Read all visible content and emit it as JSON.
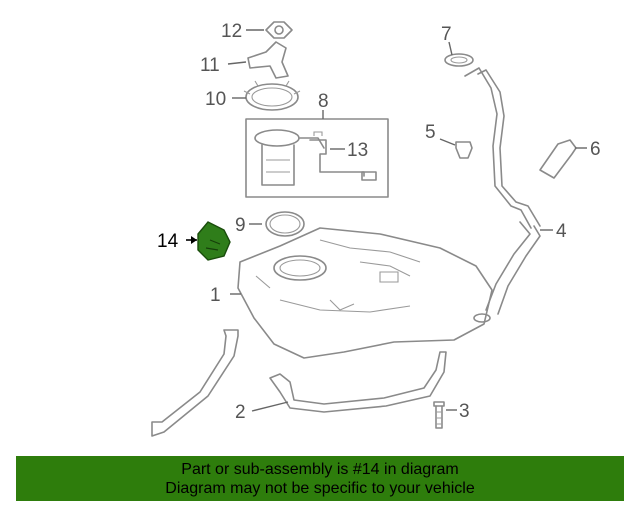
{
  "colors": {
    "banner_bg": "#2e7d0c",
    "highlight_part": "#2f7d1a",
    "line_art": "#8a8a8a",
    "callout_text": "#555555"
  },
  "callouts": {
    "c1": "1",
    "c2": "2",
    "c3": "3",
    "c4": "4",
    "c5": "5",
    "c6": "6",
    "c7": "7",
    "c8": "8",
    "c9": "9",
    "c10": "10",
    "c11": "11",
    "c12": "12",
    "c13": "13",
    "c14": "14"
  },
  "highlighted_callout": "14",
  "banner": {
    "line1": "Part or sub-assembly is #14 in diagram",
    "line2": "Diagram may not be specific to your vehicle"
  }
}
